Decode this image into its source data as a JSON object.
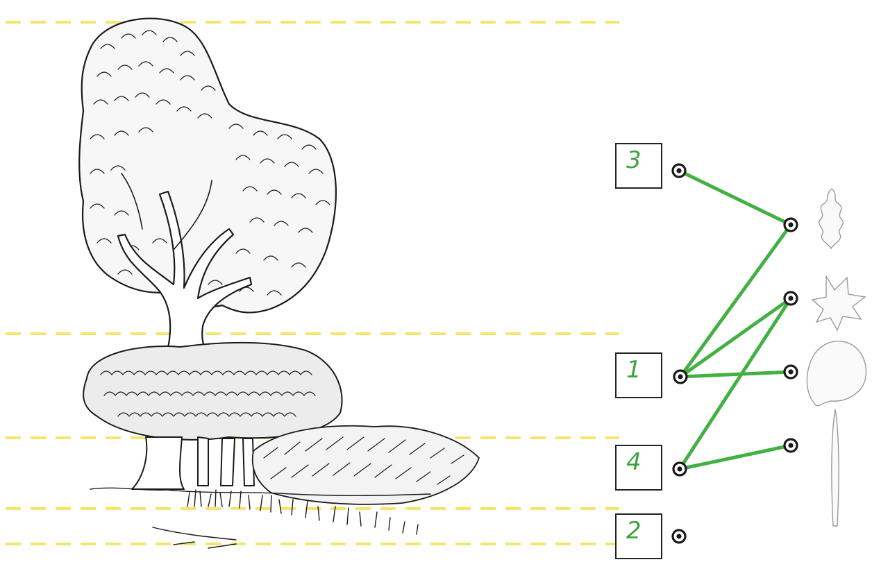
{
  "colors": {
    "guide_line": "#f5e56a",
    "link_line": "#43b043",
    "label_text": "#3ea33e",
    "ink": "#1a1a1a"
  },
  "boxes": [
    {
      "label": "3"
    },
    {
      "label": "1"
    },
    {
      "label": "4"
    },
    {
      "label": "2"
    }
  ],
  "leaves": [
    {
      "icon": "oak-leaf-icon"
    },
    {
      "icon": "maple-leaf-icon"
    },
    {
      "icon": "round-leaf-icon"
    },
    {
      "icon": "grass-blade-icon"
    }
  ],
  "links": [
    {
      "from": "3",
      "to": "oak-leaf-icon"
    },
    {
      "from": "1",
      "to": "oak-leaf-icon"
    },
    {
      "from": "1",
      "to": "maple-leaf-icon"
    },
    {
      "from": "1",
      "to": "round-leaf-icon"
    },
    {
      "from": "4",
      "to": "maple-leaf-icon"
    },
    {
      "from": "4",
      "to": "grass-blade-icon"
    }
  ]
}
